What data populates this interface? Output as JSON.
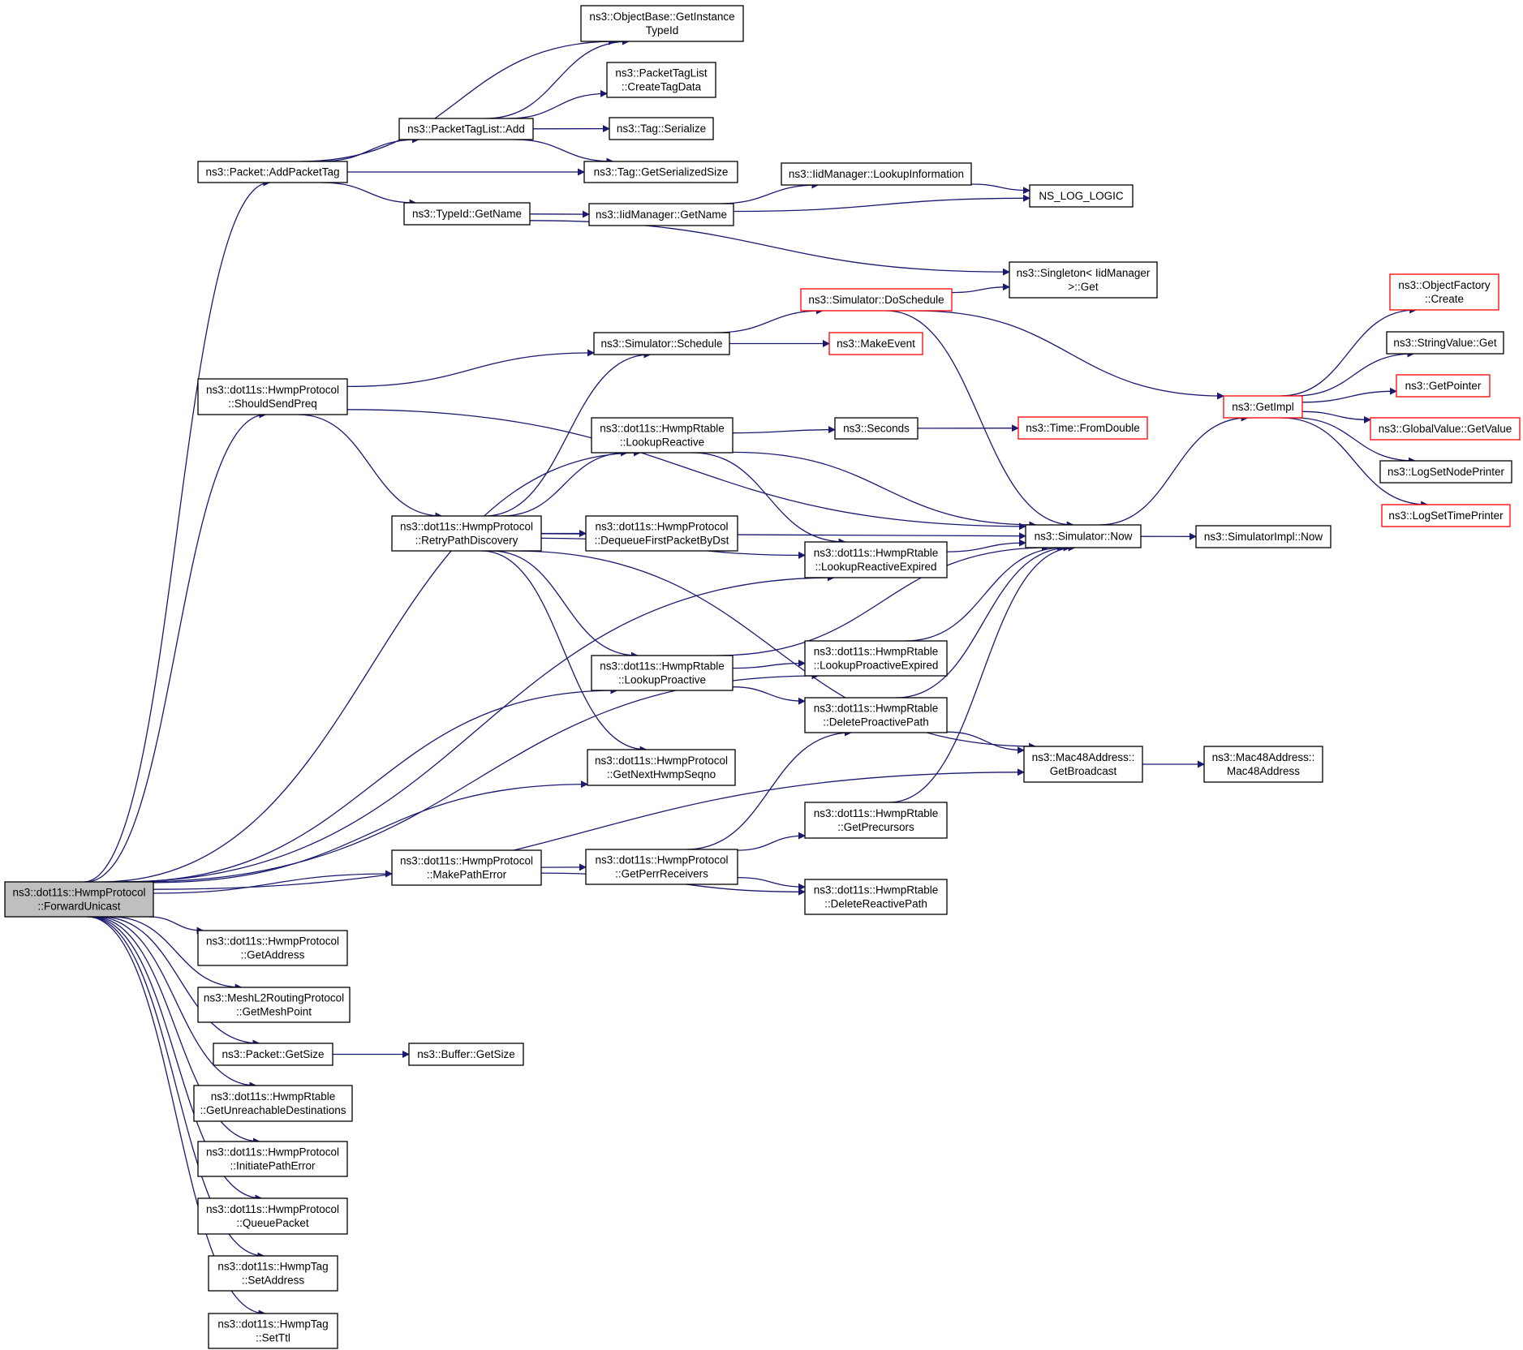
{
  "colors": {
    "edge": "#191970",
    "node_border": "#000000",
    "node_border_truncated": "#ff0000",
    "node_fill": "#ffffff",
    "root_fill": "#bfbfbf",
    "text": "#000000"
  },
  "nodes": [
    {
      "id": "forward_unicast",
      "lines": [
        "ns3::dot11s::HwmpProtocol",
        "::ForwardUnicast"
      ],
      "root": true
    },
    {
      "id": "add_packet_tag",
      "lines": [
        "ns3::Packet::AddPacketTag"
      ]
    },
    {
      "id": "get_instance_typeid",
      "lines": [
        "ns3::ObjectBase::GetInstance",
        "TypeId"
      ]
    },
    {
      "id": "create_tag_data",
      "lines": [
        "ns3::PacketTagList",
        "::CreateTagData"
      ]
    },
    {
      "id": "packet_tag_list_add",
      "lines": [
        "ns3::PacketTagList::Add"
      ]
    },
    {
      "id": "tag_serialize",
      "lines": [
        "ns3::Tag::Serialize"
      ]
    },
    {
      "id": "tag_get_serialized_size",
      "lines": [
        "ns3::Tag::GetSerializedSize"
      ]
    },
    {
      "id": "iid_lookup_information",
      "lines": [
        "ns3::IidManager::LookupInformation"
      ]
    },
    {
      "id": "ns_log_logic",
      "lines": [
        "NS_LOG_LOGIC"
      ]
    },
    {
      "id": "typeid_get_name",
      "lines": [
        "ns3::TypeId::GetName"
      ]
    },
    {
      "id": "iid_get_name",
      "lines": [
        "ns3::IidManager::GetName"
      ]
    },
    {
      "id": "singleton_get",
      "lines": [
        "ns3::Singleton< IidManager",
        " >::Get"
      ]
    },
    {
      "id": "do_schedule",
      "lines": [
        "ns3::Simulator::DoSchedule"
      ],
      "truncated": true
    },
    {
      "id": "simulator_schedule",
      "lines": [
        "ns3::Simulator::Schedule"
      ]
    },
    {
      "id": "make_event",
      "lines": [
        "ns3::MakeEvent"
      ],
      "truncated": true
    },
    {
      "id": "should_send_preq",
      "lines": [
        "ns3::dot11s::HwmpProtocol",
        "::ShouldSendPreq"
      ]
    },
    {
      "id": "lookup_reactive",
      "lines": [
        "ns3::dot11s::HwmpRtable",
        "::LookupReactive"
      ]
    },
    {
      "id": "seconds",
      "lines": [
        "ns3::Seconds"
      ]
    },
    {
      "id": "time_from_double",
      "lines": [
        "ns3::Time::FromDouble"
      ],
      "truncated": true
    },
    {
      "id": "object_factory_create",
      "lines": [
        "ns3::ObjectFactory",
        "::Create"
      ],
      "truncated": true
    },
    {
      "id": "string_value_get",
      "lines": [
        "ns3::StringValue::Get"
      ]
    },
    {
      "id": "get_impl",
      "lines": [
        "ns3::GetImpl"
      ],
      "truncated": true
    },
    {
      "id": "get_pointer",
      "lines": [
        "ns3::GetPointer"
      ],
      "truncated": true
    },
    {
      "id": "global_value_get_value",
      "lines": [
        "ns3::GlobalValue::GetValue"
      ],
      "truncated": true
    },
    {
      "id": "log_set_node_printer",
      "lines": [
        "ns3::LogSetNodePrinter"
      ]
    },
    {
      "id": "log_set_time_printer",
      "lines": [
        "ns3::LogSetTimePrinter"
      ],
      "truncated": true
    },
    {
      "id": "retry_path_discovery",
      "lines": [
        "ns3::dot11s::HwmpProtocol",
        "::RetryPathDiscovery"
      ]
    },
    {
      "id": "dequeue_first_packet",
      "lines": [
        "ns3::dot11s::HwmpProtocol",
        "::DequeueFirstPacketByDst"
      ]
    },
    {
      "id": "simulator_now",
      "lines": [
        "ns3::Simulator::Now"
      ]
    },
    {
      "id": "simulator_impl_now",
      "lines": [
        "ns3::SimulatorImpl::Now"
      ]
    },
    {
      "id": "lookup_reactive_expired",
      "lines": [
        "ns3::dot11s::HwmpRtable",
        "::LookupReactiveExpired"
      ]
    },
    {
      "id": "lookup_proactive",
      "lines": [
        "ns3::dot11s::HwmpRtable",
        "::LookupProactive"
      ]
    },
    {
      "id": "lookup_proactive_expired",
      "lines": [
        "ns3::dot11s::HwmpRtable",
        "::LookupProactiveExpired"
      ]
    },
    {
      "id": "delete_proactive_path",
      "lines": [
        "ns3::dot11s::HwmpRtable",
        "::DeleteProactivePath"
      ]
    },
    {
      "id": "mac48_get_broadcast",
      "lines": [
        "ns3::Mac48Address::",
        "GetBroadcast"
      ]
    },
    {
      "id": "mac48_address",
      "lines": [
        "ns3::Mac48Address::",
        "Mac48Address"
      ]
    },
    {
      "id": "get_next_hwmp_seqno",
      "lines": [
        "ns3::dot11s::HwmpProtocol",
        "::GetNextHwmpSeqno"
      ]
    },
    {
      "id": "get_precursors",
      "lines": [
        "ns3::dot11s::HwmpRtable",
        "::GetPrecursors"
      ]
    },
    {
      "id": "make_path_error",
      "lines": [
        "ns3::dot11s::HwmpProtocol",
        "::MakePathError"
      ]
    },
    {
      "id": "get_perr_receivers",
      "lines": [
        "ns3::dot11s::HwmpProtocol",
        "::GetPerrReceivers"
      ]
    },
    {
      "id": "delete_reactive_path",
      "lines": [
        "ns3::dot11s::HwmpRtable",
        "::DeleteReactivePath"
      ]
    },
    {
      "id": "get_address",
      "lines": [
        "ns3::dot11s::HwmpProtocol",
        "::GetAddress"
      ]
    },
    {
      "id": "get_mesh_point",
      "lines": [
        "ns3::MeshL2RoutingProtocol",
        "::GetMeshPoint"
      ]
    },
    {
      "id": "packet_get_size",
      "lines": [
        "ns3::Packet::GetSize"
      ]
    },
    {
      "id": "buffer_get_size",
      "lines": [
        "ns3::Buffer::GetSize"
      ]
    },
    {
      "id": "get_unreachable_destinations",
      "lines": [
        "ns3::dot11s::HwmpRtable",
        "::GetUnreachableDestinations"
      ]
    },
    {
      "id": "initiate_path_error",
      "lines": [
        "ns3::dot11s::HwmpProtocol",
        "::InitiatePathError"
      ]
    },
    {
      "id": "queue_packet",
      "lines": [
        "ns3::dot11s::HwmpProtocol",
        "::QueuePacket"
      ]
    },
    {
      "id": "hwmp_tag_set_address",
      "lines": [
        "ns3::dot11s::HwmpTag",
        "::SetAddress"
      ]
    },
    {
      "id": "hwmp_tag_set_ttl",
      "lines": [
        "ns3::dot11s::HwmpTag",
        "::SetTtl"
      ]
    }
  ],
  "edges": [
    [
      "forward_unicast",
      "add_packet_tag"
    ],
    [
      "forward_unicast",
      "should_send_preq"
    ],
    [
      "forward_unicast",
      "lookup_reactive"
    ],
    [
      "forward_unicast",
      "lookup_reactive_expired"
    ],
    [
      "forward_unicast",
      "lookup_proactive"
    ],
    [
      "forward_unicast",
      "get_next_hwmp_seqno"
    ],
    [
      "forward_unicast",
      "lookup_proactive_expired"
    ],
    [
      "forward_unicast",
      "make_path_error"
    ],
    [
      "forward_unicast",
      "mac48_get_broadcast"
    ],
    [
      "forward_unicast",
      "get_address"
    ],
    [
      "forward_unicast",
      "get_mesh_point"
    ],
    [
      "forward_unicast",
      "packet_get_size"
    ],
    [
      "forward_unicast",
      "get_unreachable_destinations"
    ],
    [
      "forward_unicast",
      "initiate_path_error"
    ],
    [
      "forward_unicast",
      "queue_packet"
    ],
    [
      "forward_unicast",
      "hwmp_tag_set_address"
    ],
    [
      "forward_unicast",
      "hwmp_tag_set_ttl"
    ],
    [
      "add_packet_tag",
      "get_instance_typeid"
    ],
    [
      "add_packet_tag",
      "packet_tag_list_add"
    ],
    [
      "add_packet_tag",
      "tag_get_serialized_size"
    ],
    [
      "add_packet_tag",
      "typeid_get_name"
    ],
    [
      "packet_tag_list_add",
      "get_instance_typeid"
    ],
    [
      "packet_tag_list_add",
      "create_tag_data"
    ],
    [
      "packet_tag_list_add",
      "tag_serialize"
    ],
    [
      "packet_tag_list_add",
      "tag_get_serialized_size"
    ],
    [
      "typeid_get_name",
      "iid_get_name"
    ],
    [
      "typeid_get_name",
      "singleton_get"
    ],
    [
      "iid_get_name",
      "iid_lookup_information"
    ],
    [
      "iid_get_name",
      "ns_log_logic"
    ],
    [
      "iid_lookup_information",
      "ns_log_logic"
    ],
    [
      "do_schedule",
      "singleton_get"
    ],
    [
      "do_schedule",
      "get_impl"
    ],
    [
      "do_schedule",
      "simulator_now"
    ],
    [
      "simulator_schedule",
      "do_schedule"
    ],
    [
      "simulator_schedule",
      "make_event"
    ],
    [
      "should_send_preq",
      "simulator_schedule"
    ],
    [
      "should_send_preq",
      "simulator_now"
    ],
    [
      "should_send_preq",
      "retry_path_discovery"
    ],
    [
      "lookup_reactive",
      "seconds"
    ],
    [
      "lookup_reactive",
      "simulator_now"
    ],
    [
      "lookup_reactive",
      "lookup_reactive_expired"
    ],
    [
      "seconds",
      "time_from_double"
    ],
    [
      "get_impl",
      "object_factory_create"
    ],
    [
      "get_impl",
      "string_value_get"
    ],
    [
      "get_impl",
      "get_pointer"
    ],
    [
      "get_impl",
      "global_value_get_value"
    ],
    [
      "get_impl",
      "log_set_node_printer"
    ],
    [
      "get_impl",
      "log_set_time_printer"
    ],
    [
      "retry_path_discovery",
      "simulator_schedule"
    ],
    [
      "retry_path_discovery",
      "lookup_reactive"
    ],
    [
      "retry_path_discovery",
      "simulator_now"
    ],
    [
      "retry_path_discovery",
      "dequeue_first_packet"
    ],
    [
      "retry_path_discovery",
      "lookup_reactive_expired"
    ],
    [
      "retry_path_discovery",
      "lookup_proactive"
    ],
    [
      "retry_path_discovery",
      "mac48_get_broadcast"
    ],
    [
      "retry_path_discovery",
      "get_next_hwmp_seqno"
    ],
    [
      "simulator_now",
      "get_impl"
    ],
    [
      "simulator_now",
      "simulator_impl_now"
    ],
    [
      "lookup_reactive_expired",
      "simulator_now"
    ],
    [
      "lookup_proactive",
      "simulator_now"
    ],
    [
      "lookup_proactive",
      "lookup_proactive_expired"
    ],
    [
      "lookup_proactive",
      "delete_proactive_path"
    ],
    [
      "lookup_proactive_expired",
      "simulator_now"
    ],
    [
      "delete_proactive_path",
      "simulator_now"
    ],
    [
      "delete_proactive_path",
      "mac48_get_broadcast"
    ],
    [
      "mac48_get_broadcast",
      "mac48_address"
    ],
    [
      "get_precursors",
      "simulator_now"
    ],
    [
      "make_path_error",
      "get_perr_receivers"
    ],
    [
      "make_path_error",
      "delete_reactive_path"
    ],
    [
      "get_perr_receivers",
      "delete_proactive_path"
    ],
    [
      "get_perr_receivers",
      "get_precursors"
    ],
    [
      "get_perr_receivers",
      "delete_reactive_path"
    ],
    [
      "packet_get_size",
      "buffer_get_size"
    ]
  ]
}
